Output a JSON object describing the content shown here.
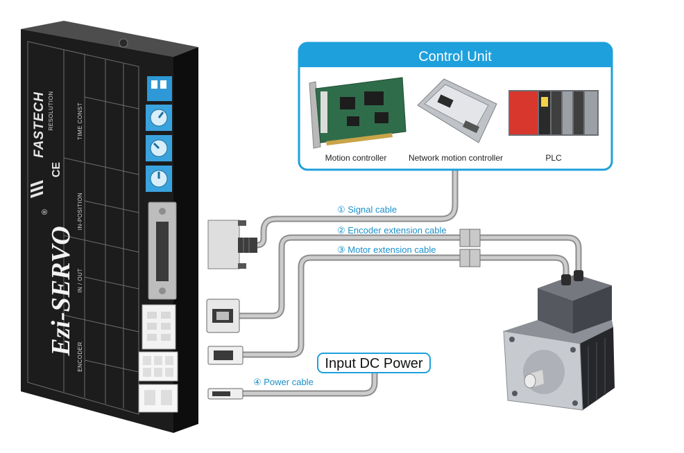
{
  "control_unit": {
    "title": "Control Unit",
    "devices": [
      {
        "label": "Motion controller",
        "icon": "motion-controller-board-icon"
      },
      {
        "label": "Network motion controller",
        "icon": "network-motion-controller-icon"
      },
      {
        "label": "PLC",
        "icon": "plc-rack-icon"
      }
    ]
  },
  "cables": [
    {
      "label": "① Signal cable"
    },
    {
      "label": "② Encoder extension cable"
    },
    {
      "label": "③ Motor extension cable"
    },
    {
      "label": "④ Power cable"
    }
  ],
  "power_source": {
    "label": "Input DC Power"
  },
  "driver": {
    "brand": "FASTECH",
    "model": "Ezi-SERVO",
    "registered_mark": "®",
    "ce_mark": "CE",
    "panel_labels": [
      "RESOLUTION",
      "TIME CONST",
      "IN-POSITION",
      "IN / OUT",
      "ENCODER"
    ]
  },
  "motor": {
    "icon": "servo-motor-icon"
  },
  "colors": {
    "accent": "#1ea0dc",
    "cable_label": "#1a8fc9",
    "cable": "#c4c4c4",
    "driver_body": "#1c1c1c",
    "switch_blue": "#2f98d6"
  }
}
